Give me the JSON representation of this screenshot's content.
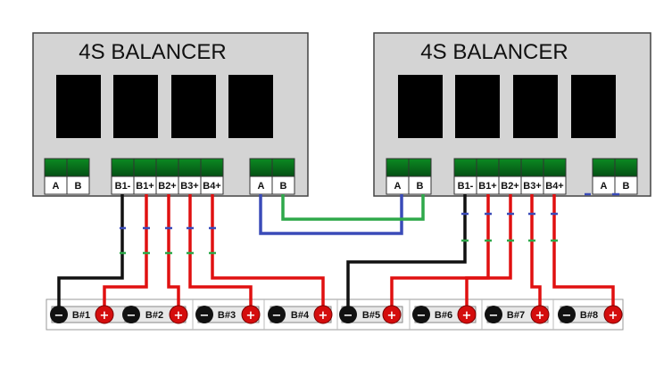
{
  "balancers": [
    {
      "title": "4S BALANCER",
      "terminals": [
        {
          "id": "A",
          "label": "A"
        },
        {
          "id": "B",
          "label": "B"
        },
        {
          "id": "B1-",
          "label": "B1-"
        },
        {
          "id": "B1+",
          "label": "B1+"
        },
        {
          "id": "B2+",
          "label": "B2+"
        },
        {
          "id": "B3+",
          "label": "B3+"
        },
        {
          "id": "B4+",
          "label": "B4+"
        },
        {
          "id": "A2",
          "label": "A"
        },
        {
          "id": "B2",
          "label": "B"
        }
      ]
    },
    {
      "title": "4S BALANCER",
      "terminals": [
        {
          "id": "A",
          "label": "A"
        },
        {
          "id": "B",
          "label": "B"
        },
        {
          "id": "B1-",
          "label": "B1-"
        },
        {
          "id": "B1+",
          "label": "B1+"
        },
        {
          "id": "B2+",
          "label": "B2+"
        },
        {
          "id": "B3+",
          "label": "B3+"
        },
        {
          "id": "B4+",
          "label": "B4+"
        },
        {
          "id": "A2",
          "label": "A"
        },
        {
          "id": "B2",
          "label": "B"
        }
      ]
    }
  ],
  "batteries": [
    {
      "label": "B#1",
      "neg": "−",
      "pos": "+"
    },
    {
      "label": "B#2",
      "neg": "−",
      "pos": "+"
    },
    {
      "label": "B#3",
      "neg": "−",
      "pos": "+"
    },
    {
      "label": "B#4",
      "neg": "−",
      "pos": "+"
    },
    {
      "label": "B#5",
      "neg": "−",
      "pos": "+"
    },
    {
      "label": "B#6",
      "neg": "−",
      "pos": "+"
    },
    {
      "label": "B#7",
      "neg": "−",
      "pos": "+"
    },
    {
      "label": "B#8",
      "neg": "−",
      "pos": "+"
    }
  ],
  "colors": {
    "module_fill": "#d4d4d4",
    "display_fill": "#000000",
    "terminal_green": "#0a7a1e",
    "wire_negative": "#111111",
    "wire_positive": "#e01010",
    "wire_comm_a": "#3a4bb8",
    "wire_comm_b": "#2ea84a",
    "terminal_negative": "#111111",
    "terminal_positive": "#d40d0d"
  }
}
